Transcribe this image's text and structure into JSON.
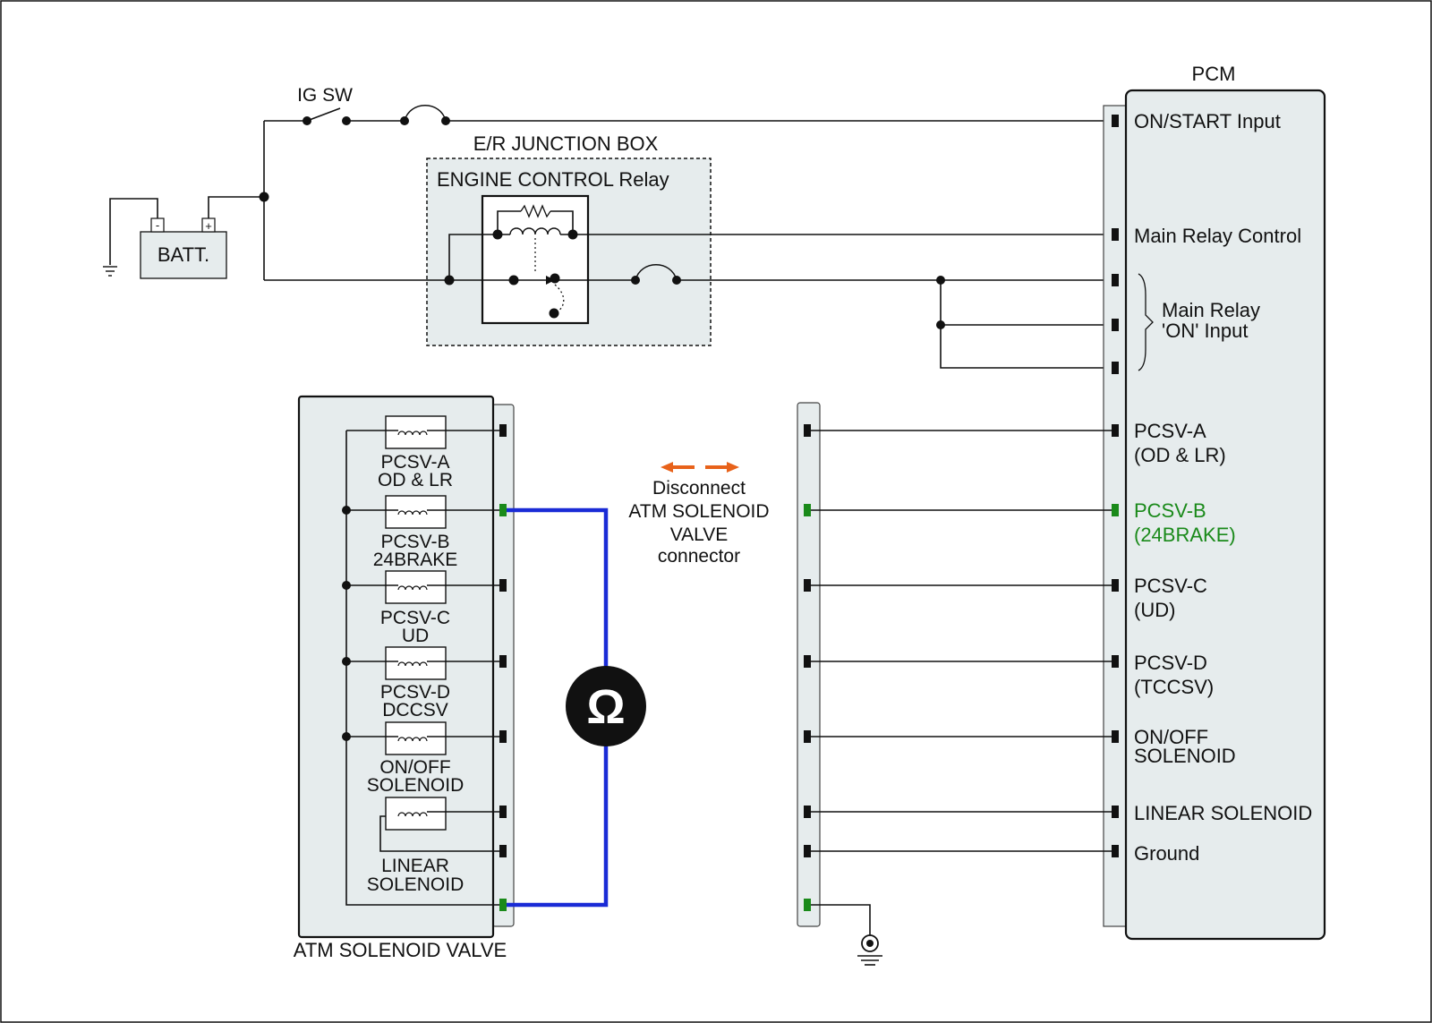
{
  "battery": {
    "label": "BATT.",
    "neg": "-",
    "pos": "+"
  },
  "ig_switch": {
    "label": "IG SW"
  },
  "junction_box": {
    "title": "E/R JUNCTION BOX",
    "relay_label": "ENGINE CONTROL Relay"
  },
  "pcm": {
    "title": "PCM",
    "pins": {
      "on_start": "ON/START Input",
      "main_relay_control": "Main Relay Control",
      "main_relay_on_1": "Main Relay",
      "main_relay_on_2": "'ON' Input",
      "pcsv_a_1": "PCSV-A",
      "pcsv_a_2": "(OD & LR)",
      "pcsv_b_1": "PCSV-B",
      "pcsv_b_2": "(24BRAKE)",
      "pcsv_c_1": "PCSV-C",
      "pcsv_c_2": "(UD)",
      "pcsv_d_1": "PCSV-D",
      "pcsv_d_2": "(TCCSV)",
      "onoff_1": "ON/OFF",
      "onoff_2": "SOLENOID",
      "linear": "LINEAR SOLENOID",
      "ground": "Ground"
    }
  },
  "solenoid_valve": {
    "title": "ATM SOLENOID VALVE",
    "coils": {
      "a_1": "PCSV-A",
      "a_2": "OD & LR",
      "b_1": "PCSV-B",
      "b_2": "24BRAKE",
      "c_1": "PCSV-C",
      "c_2": "UD",
      "d_1": "PCSV-D",
      "d_2": "DCCSV",
      "e_1": "ON/OFF",
      "e_2": "SOLENOID",
      "f_1": "LINEAR",
      "f_2": "SOLENOID"
    }
  },
  "disconnect_note": {
    "line1": "Disconnect",
    "line2": "ATM SOLENOID",
    "line3": "VALVE",
    "line4": "connector"
  },
  "ohmmeter": {
    "symbol": "Ω"
  },
  "colors": {
    "measure_wire": "#1a2bd6",
    "highlight": "#1a8a1a",
    "arrow": "#e8621a",
    "panel_fill": "#e6eced"
  }
}
